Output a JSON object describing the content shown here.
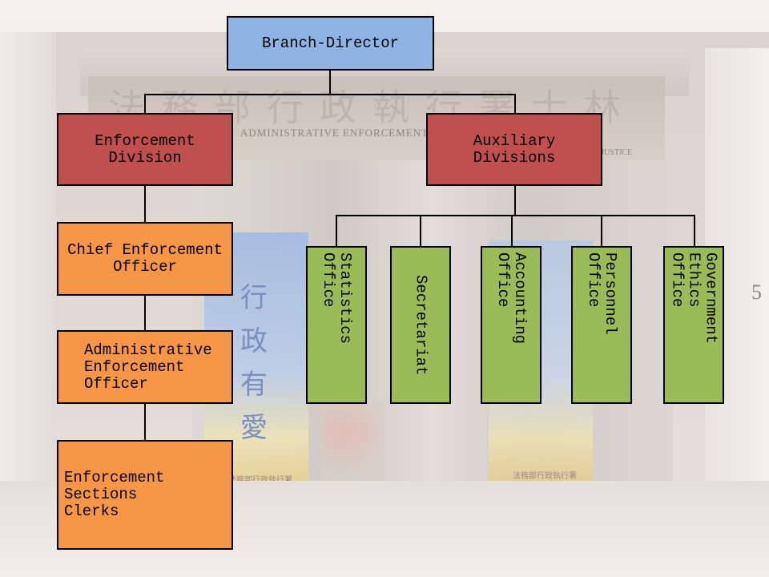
{
  "background": {
    "sign_chinese": "法務部行政執行署士林分署",
    "sign_english": "ADMINISTRATIVE ENFORCEMENT",
    "sign_english_2": "OF JUSTICE",
    "poster_text": "行政有愛",
    "poster_footer": "法務部行政執行署",
    "poster2_footer": "法務部行政執行署",
    "address_fragment": "5"
  },
  "chart": {
    "root": {
      "label": "Branch-Director"
    },
    "enforcement_division": {
      "label": "Enforcement\n Division"
    },
    "auxiliary_divisions": {
      "label": "Auxiliary\nDivisions"
    },
    "chief_enforcement_officer": {
      "label": "Chief Enforcement\nOfficer"
    },
    "administrative_enforcement_officer": {
      "label": "Administrative\nEnforcement\nOfficer"
    },
    "enforcement_sections_clerks": {
      "label": "Enforcement Sections\nClerks"
    },
    "auxiliary_offices": [
      {
        "label": "Statistics Office"
      },
      {
        "label": "Secretariat"
      },
      {
        "label": "Accounting Office"
      },
      {
        "label": "Personnel Office"
      },
      {
        "label": "Government Ethics\nOffice"
      }
    ]
  },
  "colors": {
    "director": "#8db4e2",
    "division": "#c0504d",
    "enforcement_staff": "#f79646",
    "auxiliary_office": "#9bbb59"
  }
}
